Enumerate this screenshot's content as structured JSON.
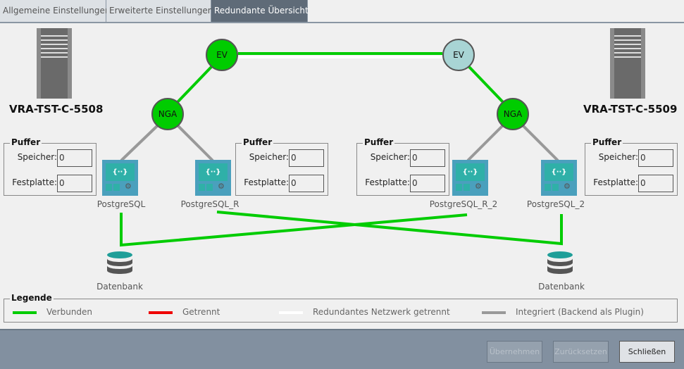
{
  "tabs": [
    "Allgemeine Einstellungen",
    "Erweiterte Einstellungen",
    "Redundante Übersicht"
  ],
  "active_tab": 2,
  "servers": [
    {
      "name": "VRA-TST-C-5508"
    },
    {
      "name": "VRA-TST-C-5509"
    }
  ],
  "nodes": {
    "ev_left": "EV",
    "ev_right": "EV",
    "nga_left": "NGA",
    "nga_right": "NGA"
  },
  "buffers": [
    {
      "title": "Puffer",
      "speicher_label": "Speicher:",
      "speicher": "0",
      "festplatte_label": "Festplatte:",
      "festplatte": "0"
    },
    {
      "title": "Puffer",
      "speicher_label": "Speicher:",
      "speicher": "0",
      "festplatte_label": "Festplatte:",
      "festplatte": "0"
    },
    {
      "title": "Puffer",
      "speicher_label": "Speicher:",
      "speicher": "0",
      "festplatte_label": "Festplatte:",
      "festplatte": "0"
    },
    {
      "title": "Puffer",
      "speicher_label": "Speicher:",
      "speicher": "0",
      "festplatte_label": "Festplatte:",
      "festplatte": "0"
    }
  ],
  "services": [
    "PostgreSQL",
    "PostgreSQL_R",
    "PostgreSQL_R_2",
    "PostgreSQL_2"
  ],
  "service_icon_text": "{··}",
  "databases": [
    "Datenbank",
    "Datenbank"
  ],
  "legend": {
    "title": "Legende",
    "items": [
      {
        "label": "Verbunden",
        "color": "#00cc00"
      },
      {
        "label": "Getrennt",
        "color": "#ee0000"
      },
      {
        "label": "Redundantes Netzwerk getrennt",
        "color": "#ffffff"
      },
      {
        "label": "Integriert (Backend als Plugin)",
        "color": "#999999"
      }
    ]
  },
  "buttons": {
    "apply": "Übernehmen",
    "reset": "Zurücksetzen",
    "close": "Schließen"
  },
  "colors": {
    "connected": "#00cc00",
    "ev_right": "#a8d4d4",
    "integrated": "#999999"
  }
}
